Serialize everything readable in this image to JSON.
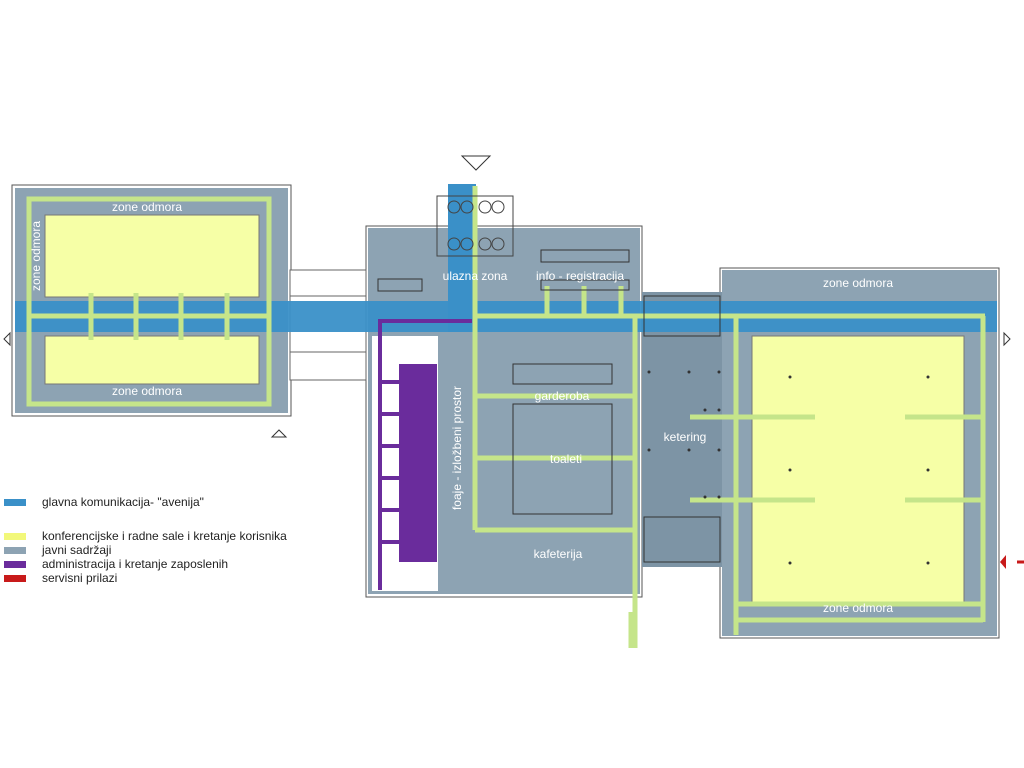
{
  "colors": {
    "public": "#8da3b3",
    "public_dark": "#7d94a5",
    "avenue": "#3a90c8",
    "avenue_dark": "#2f7fb8",
    "conference": "#f6ffa6",
    "path": "#c5e58a",
    "admin": "#6a2c9c",
    "service": "#c81a1a",
    "outline": "#333333"
  },
  "labels": {
    "west_zone_top": "zone odmora",
    "west_zone_bottom": "zone odmora",
    "west_zone_left": "zone odmora",
    "entrance": "ulazna zona",
    "info": "info - registracija",
    "cloakroom": "garderoba",
    "toilets": "toaleti",
    "foyer": "foaje - izložbeni prostor",
    "cafeteria": "kafeterija",
    "catering": "ketering",
    "east_zone_top": "zone odmora",
    "east_zone_bottom": "zone odmora"
  },
  "legend": [
    {
      "text": "glavna komunikacija- \"avenija\"",
      "color": "#3a90c8"
    },
    {
      "text": "konferencijske i radne sale i kretanje korisnika",
      "color": "#f2f87a"
    },
    {
      "text": "javni sadržaji",
      "color": "#8da3b3"
    },
    {
      "text": "administracija i kretanje zaposlenih",
      "color": "#6a2c9c"
    },
    {
      "text": "servisni prilazi",
      "color": "#c81a1a"
    }
  ]
}
